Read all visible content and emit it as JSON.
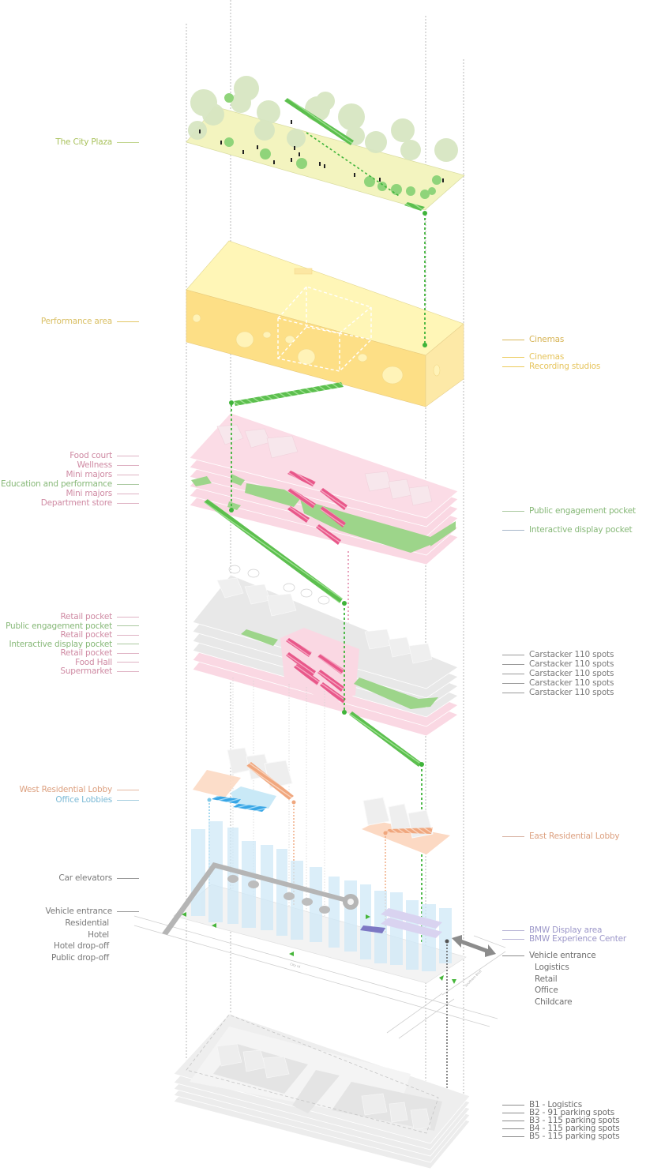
{
  "colors": {
    "plaza": "#a9c25c",
    "performance": "#d9bf63",
    "cinema": "#d6b353",
    "retail_pink": "#cf8aa3",
    "engagement_green": "#86b877",
    "residential_orange": "#dc9f7e",
    "office_blue": "#7cbad6",
    "grey_text": "#7a7a7a",
    "bmw_purple": "#9c97c9"
  },
  "levels": {
    "plaza": {
      "label": "The City Plaza"
    },
    "performance": {
      "label": "Performance area",
      "right_labels": [
        "Cinemas",
        "Cinemas",
        "Recording studios"
      ]
    },
    "upper_retail": {
      "left_labels": [
        {
          "text": "Food court",
          "tone": "pink"
        },
        {
          "text": "Wellness",
          "tone": "pink"
        },
        {
          "text": "Mini majors",
          "tone": "pink"
        },
        {
          "text": "Education and performance",
          "tone": "green"
        },
        {
          "text": "Mini majors",
          "tone": "pink"
        },
        {
          "text": "Department store",
          "tone": "pink"
        }
      ],
      "right_labels": [
        {
          "text": "Public engagement pocket",
          "tone": "green"
        },
        {
          "text": "Interactive display pocket",
          "tone": "green"
        }
      ]
    },
    "lower_retail": {
      "left_labels": [
        {
          "text": "Retail pocket",
          "tone": "pink"
        },
        {
          "text": "Public engagement pocket",
          "tone": "green"
        },
        {
          "text": "Retail pocket",
          "tone": "pink"
        },
        {
          "text": "Interactive display pocket",
          "tone": "green"
        },
        {
          "text": "Retail pocket",
          "tone": "pink"
        },
        {
          "text": "Food Hall",
          "tone": "pink"
        },
        {
          "text": "Supermarket",
          "tone": "pink"
        }
      ],
      "right_labels": [
        "Carstacker 110 spots",
        "Carstacker 110 spots",
        "Carstacker 110 spots",
        "Carstacker 110 spots",
        "Carstacker 110 spots"
      ]
    },
    "lobbies": {
      "west": "West Residential Lobby",
      "office": "Office Lobbies",
      "east": "East Residential Lobby"
    },
    "ground": {
      "car_elevators": "Car elevators",
      "left_entrance": "Vehicle entrance",
      "left_entrance_items": [
        "Residential",
        "Hotel",
        "Hotel drop-off",
        "Public drop-off"
      ],
      "bmw_display": "BMW Display area",
      "bmw_experience": "BMW Experience Center",
      "right_entrance": "Vehicle entrance",
      "right_entrance_items": [
        "Logistics",
        "Retail",
        "Office",
        "Childcare"
      ],
      "streets": [
        "City rd",
        "Southern Blvd"
      ]
    },
    "basement": {
      "labels": [
        "B1 - Logistics",
        "B2 - 91 parking spots",
        "B3 - 115 parking spots",
        "B4 - 115 parking spots",
        "B5 - 115 parking spots"
      ]
    }
  }
}
